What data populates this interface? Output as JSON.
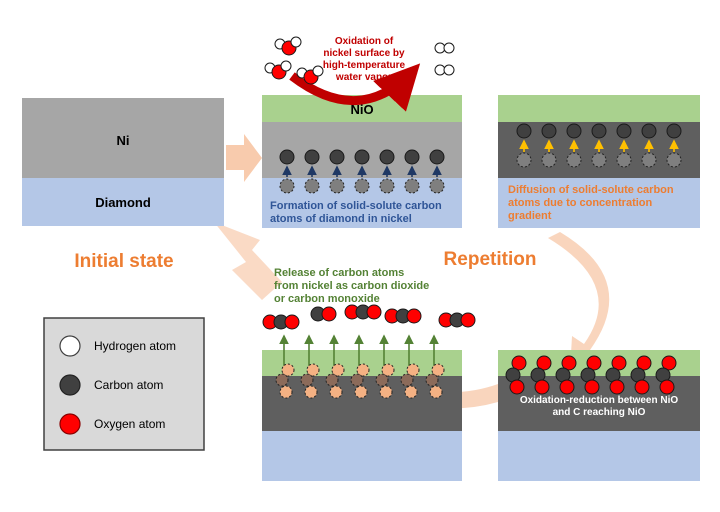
{
  "labels": {
    "ni": "Ni",
    "diamond": "Diamond",
    "nio": "NiO",
    "initial_state": "Initial state",
    "repetition": "Repetition",
    "oxidation_line1": "Oxidation of",
    "oxidation_line2": "nickel surface by",
    "oxidation_line3": "high-temperature",
    "oxidation_line4": "water vapor",
    "formation_line1": "Formation of solid-solute carbon",
    "formation_line2": "atoms of diamond in nickel",
    "diffusion_line1": "Diffusion of solid-solute carbon",
    "diffusion_line2": "atoms due to concentration",
    "diffusion_line3": "gradient",
    "release_line1": "Release of carbon atoms",
    "release_line2": "from nickel as carbon dioxide",
    "release_line3": "or carbon monoxide",
    "redox_line1": "Oxidation-reduction between NiO",
    "redox_line2": "and C reaching NiO"
  },
  "legend": {
    "hydrogen": "Hydrogen atom",
    "carbon": "Carbon atom",
    "oxygen": "Oxygen atom"
  },
  "colors": {
    "nickel": "#a6a6a6",
    "nickel_dark": "#5f5f5f",
    "diamond": "#b4c7e7",
    "nio": "#a9d18e",
    "oxygen": "#ff0000",
    "carbon": "#404040",
    "hydrogen": "#ffffff",
    "orange_text": "#ed7d31",
    "blue_text": "#2f5597",
    "green_text": "#548235",
    "red_text": "#c00000",
    "flow_arrow": "#f8cbad"
  }
}
